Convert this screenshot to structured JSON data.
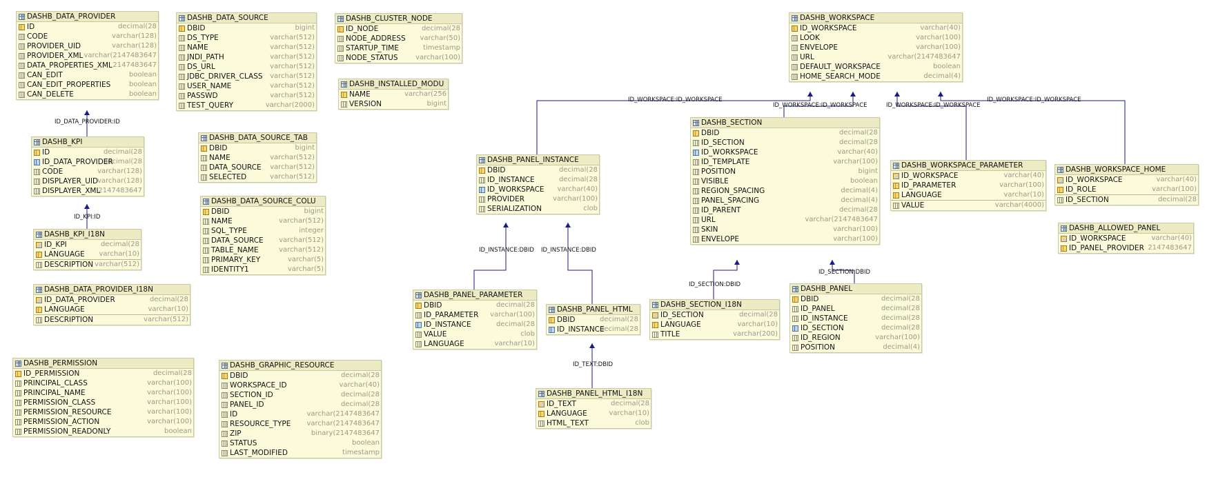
{
  "tables": [
    {
      "name": "DASHB_DATA_PROVIDER",
      "cols": [
        [
          "ID",
          "decimal(28",
          "pk"
        ],
        [
          "CODE",
          "varchar(128)",
          "c"
        ],
        [
          "PROVIDER_UID",
          "varchar(128)",
          "c"
        ],
        [
          "PROVIDER_XML",
          "varchar(2147483647",
          "c"
        ],
        [
          "DATA_PROPERTIES_XML",
          "2147483647",
          "c"
        ],
        [
          "CAN_EDIT",
          "boolean",
          "c"
        ],
        [
          "CAN_EDIT_PROPERTIES",
          "boolean",
          "c"
        ],
        [
          "CAN_DELETE",
          "boolean",
          "c"
        ]
      ],
      "sep": []
    },
    {
      "name": "DASHB_KPI",
      "cols": [
        [
          "ID",
          "decimal(28",
          "pk"
        ],
        [
          "ID_DATA_PROVIDER",
          "decimal(28",
          "fk"
        ],
        [
          "CODE",
          "varchar(128)",
          "c"
        ],
        [
          "DISPLAYER_UID",
          "varchar(128)",
          "c"
        ],
        [
          "DISPLAYER_XML",
          "2147483647",
          "c"
        ]
      ],
      "sep": []
    },
    {
      "name": "DASHB_KPI_I18N",
      "cols": [
        [
          "ID_KPI",
          "decimal(28",
          "pkfk"
        ],
        [
          "LANGUAGE",
          "varchar(10)",
          "pk"
        ],
        [
          "DESCRIPTION",
          "varchar(512)",
          "c"
        ]
      ],
      "sep": [
        2
      ]
    },
    {
      "name": "DASHB_DATA_PROVIDER_I18N",
      "cols": [
        [
          "ID_DATA_PROVIDER",
          "decimal(28",
          "pkfk"
        ],
        [
          "LANGUAGE",
          "varchar(10)",
          "pk"
        ],
        [
          "DESCRIPTION",
          "varchar(512)",
          "c"
        ]
      ],
      "sep": [
        2
      ]
    },
    {
      "name": "DASHB_PERMISSION",
      "cols": [
        [
          "ID_PERMISSION",
          "decimal(28",
          "pk"
        ],
        [
          "PRINCIPAL_CLASS",
          "varchar(100)",
          "c"
        ],
        [
          "PRINCIPAL_NAME",
          "varchar(100)",
          "c"
        ],
        [
          "PERMISSION_CLASS",
          "varchar(100)",
          "c"
        ],
        [
          "PERMISSION_RESOURCE",
          "varchar(100)",
          "c"
        ],
        [
          "PERMISSION_ACTION",
          "varchar(100)",
          "c"
        ],
        [
          "PERMISSION_READONLY",
          "boolean",
          "c"
        ]
      ],
      "sep": []
    },
    {
      "name": "DASHB_DATA_SOURCE",
      "cols": [
        [
          "DBID",
          "bigint",
          "pk"
        ],
        [
          "DS_TYPE",
          "varchar(512)",
          "c"
        ],
        [
          "NAME",
          "varchar(512)",
          "c"
        ],
        [
          "JNDI_PATH",
          "varchar(512)",
          "c"
        ],
        [
          "DS_URL",
          "varchar(512)",
          "c"
        ],
        [
          "JDBC_DRIVER_CLASS",
          "varchar(512)",
          "c"
        ],
        [
          "USER_NAME",
          "varchar(512)",
          "c"
        ],
        [
          "PASSWD",
          "varchar(512)",
          "c"
        ],
        [
          "TEST_QUERY",
          "varchar(2000)",
          "c"
        ]
      ],
      "sep": []
    },
    {
      "name": "DASHB_DATA_SOURCE_TAB",
      "cols": [
        [
          "DBID",
          "bigint",
          "pk"
        ],
        [
          "NAME",
          "varchar(512)",
          "c"
        ],
        [
          "DATA_SOURCE",
          "varchar(512)",
          "c"
        ],
        [
          "SELECTED",
          "varchar(512)",
          "c"
        ]
      ],
      "sep": []
    },
    {
      "name": "DASHB_DATA_SOURCE_COLU",
      "cols": [
        [
          "DBID",
          "bigint",
          "pk"
        ],
        [
          "NAME",
          "varchar(512)",
          "c"
        ],
        [
          "SQL_TYPE",
          "integer",
          "c"
        ],
        [
          "DATA_SOURCE",
          "varchar(512)",
          "c"
        ],
        [
          "TABLE_NAME",
          "varchar(512)",
          "c"
        ],
        [
          "PRIMARY_KEY",
          "varchar(5)",
          "c"
        ],
        [
          "IDENTITY1",
          "varchar(5)",
          "c"
        ]
      ],
      "sep": []
    },
    {
      "name": "DASHB_GRAPHIC_RESOURCE",
      "cols": [
        [
          "DBID",
          "decimal(28",
          "pk"
        ],
        [
          "WORKSPACE_ID",
          "varchar(40)",
          "c"
        ],
        [
          "SECTION_ID",
          "decimal(28",
          "c"
        ],
        [
          "PANEL_ID",
          "decimal(28",
          "c"
        ],
        [
          "ID",
          "varchar(2147483647",
          "c"
        ],
        [
          "RESOURCE_TYPE",
          "varchar(2147483647",
          "c"
        ],
        [
          "ZIP",
          "binary(2147483647",
          "c"
        ],
        [
          "STATUS",
          "boolean",
          "c"
        ],
        [
          "LAST_MODIFIED",
          "timestamp",
          "c"
        ]
      ],
      "sep": []
    },
    {
      "name": "DASHB_CLUSTER_NODE",
      "cols": [
        [
          "ID_NODE",
          "decimal(28",
          "pk"
        ],
        [
          "NODE_ADDRESS",
          "varchar(50)",
          "c"
        ],
        [
          "STARTUP_TIME",
          "timestamp",
          "c"
        ],
        [
          "NODE_STATUS",
          "varchar(100)",
          "c"
        ]
      ],
      "sep": []
    },
    {
      "name": "DASHB_INSTALLED_MODU",
      "cols": [
        [
          "NAME",
          "varchar(256",
          "pk"
        ],
        [
          "VERSION",
          "bigint",
          "c"
        ]
      ],
      "sep": []
    },
    {
      "name": "DASHB_PANEL_INSTANCE",
      "cols": [
        [
          "DBID",
          "decimal(28",
          "pk"
        ],
        [
          "ID_INSTANCE",
          "decimal(28",
          "c"
        ],
        [
          "ID_WORKSPACE",
          "varchar(40)",
          "fk"
        ],
        [
          "PROVIDER",
          "varchar(100)",
          "c"
        ],
        [
          "SERIALIZATION",
          "clob",
          "c"
        ]
      ],
      "sep": []
    },
    {
      "name": "DASHB_PANEL_PARAMETER",
      "cols": [
        [
          "DBID",
          "decimal(28",
          "pk"
        ],
        [
          "ID_PARAMETER",
          "varchar(100)",
          "c"
        ],
        [
          "ID_INSTANCE",
          "decimal(28",
          "fk"
        ],
        [
          "VALUE",
          "clob",
          "c"
        ],
        [
          "LANGUAGE",
          "varchar(10)",
          "c"
        ]
      ],
      "sep": []
    },
    {
      "name": "DASHB_PANEL_HTML",
      "cols": [
        [
          "DBID",
          "decimal(28",
          "pk"
        ],
        [
          "ID_INSTANCE",
          "decimal(28",
          "fk"
        ]
      ],
      "sep": []
    },
    {
      "name": "DASHB_PANEL_HTML_I18N",
      "cols": [
        [
          "ID_TEXT",
          "decimal(28",
          "pkfk"
        ],
        [
          "LANGUAGE",
          "varchar(10)",
          "pk"
        ],
        [
          "HTML_TEXT",
          "clob",
          "c"
        ]
      ],
      "sep": []
    },
    {
      "name": "DASHB_WORKSPACE",
      "cols": [
        [
          "ID_WORKSPACE",
          "varchar(40)",
          "pk"
        ],
        [
          "LOOK",
          "varchar(100)",
          "c"
        ],
        [
          "ENVELOPE",
          "varchar(100)",
          "c"
        ],
        [
          "URL",
          "varchar(2147483647",
          "c"
        ],
        [
          "DEFAULT_WORKSPACE",
          "boolean",
          "c"
        ],
        [
          "HOME_SEARCH_MODE",
          "decimal(4)",
          "c"
        ]
      ],
      "sep": []
    },
    {
      "name": "DASHB_SECTION",
      "cols": [
        [
          "DBID",
          "decimal(28",
          "pk"
        ],
        [
          "ID_SECTION",
          "decimal(28",
          "c"
        ],
        [
          "ID_WORKSPACE",
          "varchar(40)",
          "fk"
        ],
        [
          "ID_TEMPLATE",
          "varchar(100)",
          "c"
        ],
        [
          "POSITION",
          "bigint",
          "c"
        ],
        [
          "VISIBLE",
          "boolean",
          "c"
        ],
        [
          "REGION_SPACING",
          "decimal(4)",
          "c"
        ],
        [
          "PANEL_SPACING",
          "decimal(4)",
          "c"
        ],
        [
          "ID_PARENT",
          "decimal(28",
          "c"
        ],
        [
          "URL",
          "varchar(2147483647",
          "c"
        ],
        [
          "SKIN",
          "varchar(100)",
          "c"
        ],
        [
          "ENVELOPE",
          "varchar(100)",
          "c"
        ]
      ],
      "sep": []
    },
    {
      "name": "DASHB_SECTION_I18N",
      "cols": [
        [
          "ID_SECTION",
          "decimal(28",
          "pkfk"
        ],
        [
          "LANGUAGE",
          "varchar(10)",
          "pk"
        ],
        [
          "TITLE",
          "varchar(200)",
          "c"
        ]
      ],
      "sep": []
    },
    {
      "name": "DASHB_PANEL",
      "cols": [
        [
          "DBID",
          "decimal(28",
          "pk"
        ],
        [
          "ID_PANEL",
          "decimal(28",
          "c"
        ],
        [
          "ID_INSTANCE",
          "decimal(28",
          "c"
        ],
        [
          "ID_SECTION",
          "decimal(28",
          "fk"
        ],
        [
          "ID_REGION",
          "varchar(100)",
          "c"
        ],
        [
          "POSITION",
          "decimal(4)",
          "c"
        ]
      ],
      "sep": []
    },
    {
      "name": "DASHB_WORKSPACE_PARAMETER",
      "cols": [
        [
          "ID_WORKSPACE",
          "varchar(40)",
          "pkfk"
        ],
        [
          "ID_PARAMETER",
          "varchar(100)",
          "pk"
        ],
        [
          "LANGUAGE",
          "varchar(10)",
          "pk"
        ],
        [
          "VALUE",
          "varchar(4000)",
          "c"
        ]
      ],
      "sep": [
        3
      ]
    },
    {
      "name": "DASHB_WORKSPACE_HOME",
      "cols": [
        [
          "ID_WORKSPACE",
          "varchar(40)",
          "pkfk"
        ],
        [
          "ID_ROLE",
          "varchar(100)",
          "pk"
        ],
        [
          "ID_SECTION",
          "decimal(28",
          "c"
        ]
      ],
      "sep": [
        2
      ]
    },
    {
      "name": "DASHB_ALLOWED_PANEL",
      "cols": [
        [
          "ID_WORKSPACE",
          "varchar(40)",
          "pkfk"
        ],
        [
          "ID_PANEL_PROVIDER",
          "2147483647",
          "pk"
        ]
      ],
      "sep": []
    }
  ],
  "relations": [
    {
      "label": "ID_DATA_PROVIDER:ID"
    },
    {
      "label": "ID_KPI:ID"
    },
    {
      "label": "ID_WORKSPACE:ID_WORKSPACE"
    },
    {
      "label": "ID_WORKSPACE:ID_WORKSPACE"
    },
    {
      "label": "ID_WORKSPACE:ID_WORKSPACE"
    },
    {
      "label": "ID_WORKSPACE:ID_WORKSPACE"
    },
    {
      "label": "ID_INSTANCE:DBID"
    },
    {
      "label": "ID_INSTANCE:DBID"
    },
    {
      "label": "ID_TEXT:DBID"
    },
    {
      "label": "ID_SECTION:DBID"
    },
    {
      "label": "ID_SECTION:DBID"
    }
  ],
  "colors": {
    "table_bg": "#fbfbdc",
    "header_bg": "#ecebc4",
    "connector": "#1a1a80",
    "type_text": "#9a9a86"
  }
}
